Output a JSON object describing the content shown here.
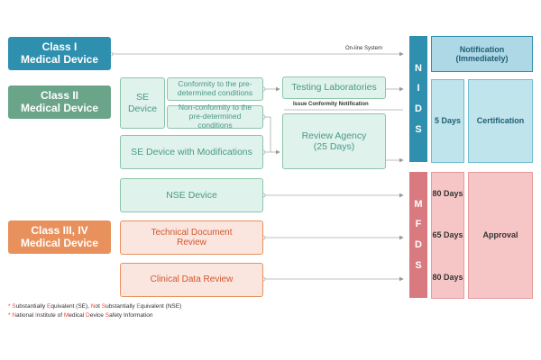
{
  "classes": {
    "class1": {
      "line1": "Class I",
      "line2": "Medical Device"
    },
    "class2": {
      "line1": "Class II",
      "line2": "Medical Device"
    },
    "class3": {
      "line1": "Class III, IV",
      "line2": "Medical Device"
    }
  },
  "boxes": {
    "se_device": "SE Device",
    "conformity": "Conformity to the pre-determined conditions",
    "nonconformity": "Non-conformity to the pre-determined conditions",
    "se_mod": "SE Device with Modifications",
    "testing_lab": "Testing Laboratories",
    "review_agency_1": "Review Agency",
    "review_agency_2": "(25 Days)",
    "nse": "NSE Device",
    "tech_doc": "Technical Document Review",
    "clinical": "Clinical Data Review"
  },
  "labels": {
    "online": "On-line System",
    "issue": "Issue Conformity Notification"
  },
  "agencies": {
    "nids": [
      "N",
      "I",
      "D",
      "S"
    ],
    "mfds": [
      "M",
      "F",
      "D",
      "S"
    ]
  },
  "results": {
    "notification_1": "Notification",
    "notification_2": "(Immediately)",
    "days5": "5 Days",
    "certification": "Certification",
    "days80a": "80 Days",
    "days65": "65 Days",
    "days80b": "80 Days",
    "approval": "Approval"
  },
  "footnotes": {
    "f1": {
      "star": "*",
      "s1": "S",
      "t1": "ubstantially ",
      "e1": "E",
      "t2": "quivalent (SE),  ",
      "n2": "N",
      "t3": "ot ",
      "s2": "S",
      "t4": "ubstantially ",
      "e2": "E",
      "t5": "quivalent (NSE)"
    },
    "f2": {
      "star": "*",
      "n": "N",
      "t1": "ational ",
      "i": "I",
      "t2": "nstitute of ",
      "m": "M",
      "t3": "edical ",
      "d": "D",
      "t4": "evice ",
      "s": "S",
      "t5": "afety Information"
    }
  },
  "colors": {
    "class1": "#2f8fae",
    "class2": "#6aa58a",
    "class3": "#e8915d",
    "nids": "#2f8fae",
    "mfds": "#d97980"
  }
}
